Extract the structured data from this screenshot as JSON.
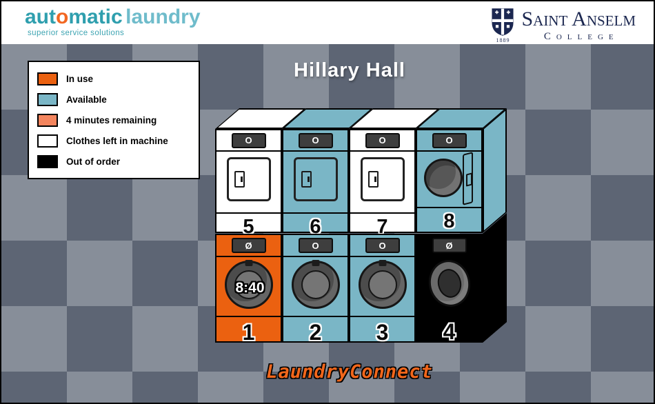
{
  "header": {
    "brand": {
      "part1": "aut",
      "accent": "o",
      "part2": "matic",
      "word2": "laundry",
      "tagline": "superior service solutions"
    },
    "college": {
      "name": "Saint Anselm",
      "subtitle": "College",
      "year": "1889"
    }
  },
  "title": "Hillary Hall",
  "colors": {
    "in_use": "#EB6110",
    "available": "#7AB6C6",
    "four_min_remaining": "#F4855E",
    "clothes_left": "#FFFFFF",
    "out_of_order": "#000000"
  },
  "legend": {
    "items": [
      {
        "label": "In use",
        "color": "#EB6110"
      },
      {
        "label": "Available",
        "color": "#7AB6C6"
      },
      {
        "label": "4 minutes remaining",
        "color": "#F4855E"
      },
      {
        "label": "Clothes left in machine",
        "color": "#FFFFFF"
      },
      {
        "label": "Out of order",
        "color": "#000000"
      }
    ]
  },
  "machines": {
    "dryers": [
      {
        "number": "5",
        "status": "clothes-left-in-machine",
        "display": "O"
      },
      {
        "number": "6",
        "status": "available",
        "display": "O"
      },
      {
        "number": "7",
        "status": "clothes-left-in-machine",
        "display": "O"
      },
      {
        "number": "8",
        "status": "available",
        "display": "O",
        "door_open": true
      }
    ],
    "washers": [
      {
        "number": "1",
        "status": "in-use",
        "display": "Ø",
        "timer": "8:40"
      },
      {
        "number": "2",
        "status": "available",
        "display": "O"
      },
      {
        "number": "3",
        "status": "available",
        "display": "O"
      },
      {
        "number": "4",
        "status": "out-of-order",
        "display": "Ø"
      }
    ]
  },
  "footer": {
    "app_name": "LaundryConnect"
  }
}
